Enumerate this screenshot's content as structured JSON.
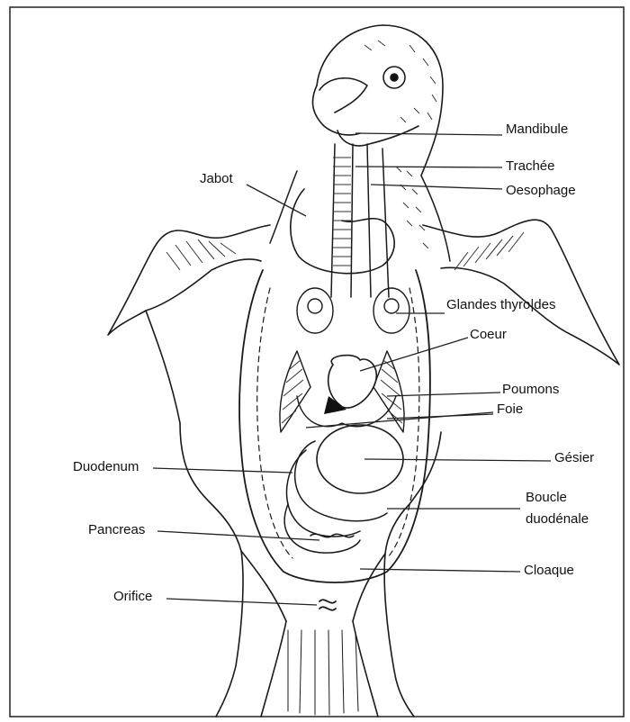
{
  "labels": {
    "mandibule": "Mandibule",
    "trachee": "Trachée",
    "oesophage": "Oesophage",
    "jabot": "Jabot",
    "glandes": "Glandes thyro|des",
    "coeur": "Coeur",
    "poumons": "Poumons",
    "foie": "Foie",
    "gesier": "Gésier",
    "duodenum": "Duodenum",
    "boucle_line1": "Boucle",
    "boucle_line2": "duodénale",
    "pancreas": "Pancreas",
    "cloaque": "Cloaque",
    "orifice": "Orifice"
  }
}
